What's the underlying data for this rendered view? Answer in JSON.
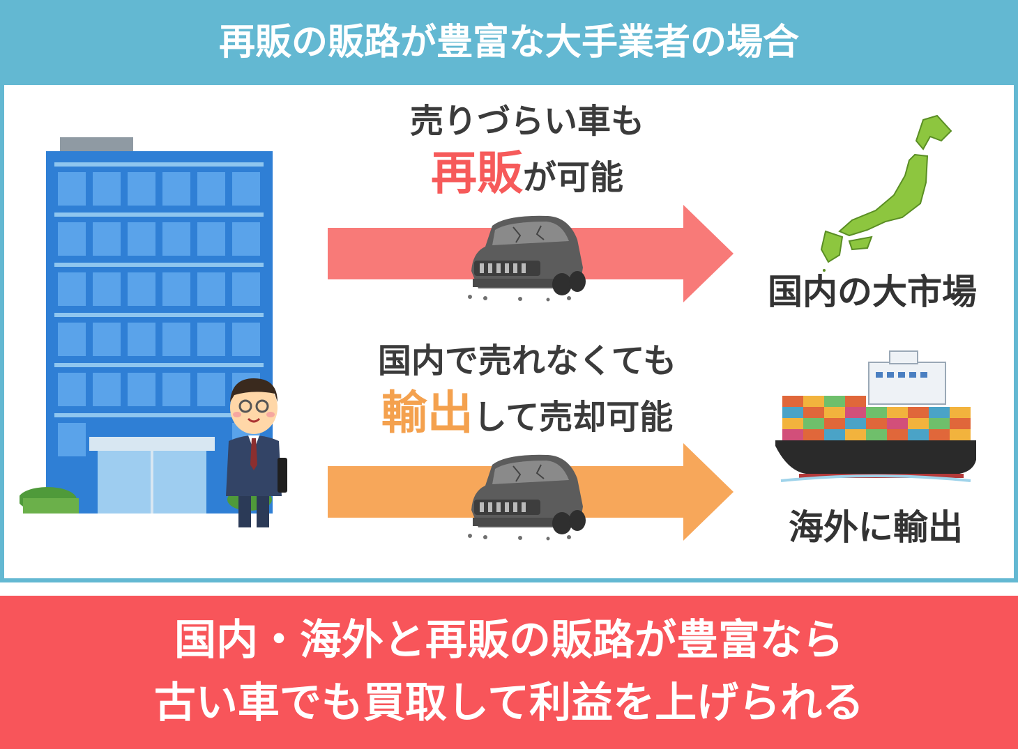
{
  "header": {
    "title": "再販の販路が豊富な大手業者の場合"
  },
  "flow_top": {
    "line1": "売りづらい車も",
    "highlight": "再販",
    "line2_rest": "が可能",
    "destination": "国内の大市場"
  },
  "flow_bottom": {
    "line1": "国内で売れなくても",
    "highlight": "輸出",
    "line2_rest": "して売却可能",
    "destination": "海外に輸出"
  },
  "conclusion": {
    "line1": "国内・海外と再販の販路が豊富なら",
    "line2": "古い車でも買取して利益を上げられる"
  },
  "colors": {
    "header_bg": "#63b8d2",
    "accent_red": "#f65a5a",
    "accent_orange": "#f4a14e",
    "arrow_top": "#f87a78",
    "arrow_bottom": "#f7a75a",
    "banner_bg": "#f8555a",
    "japan_green": "#8dc63f"
  },
  "icons": [
    "office-building-icon",
    "businessman-icon",
    "old-car-icon",
    "japan-map-icon",
    "container-ship-icon"
  ]
}
